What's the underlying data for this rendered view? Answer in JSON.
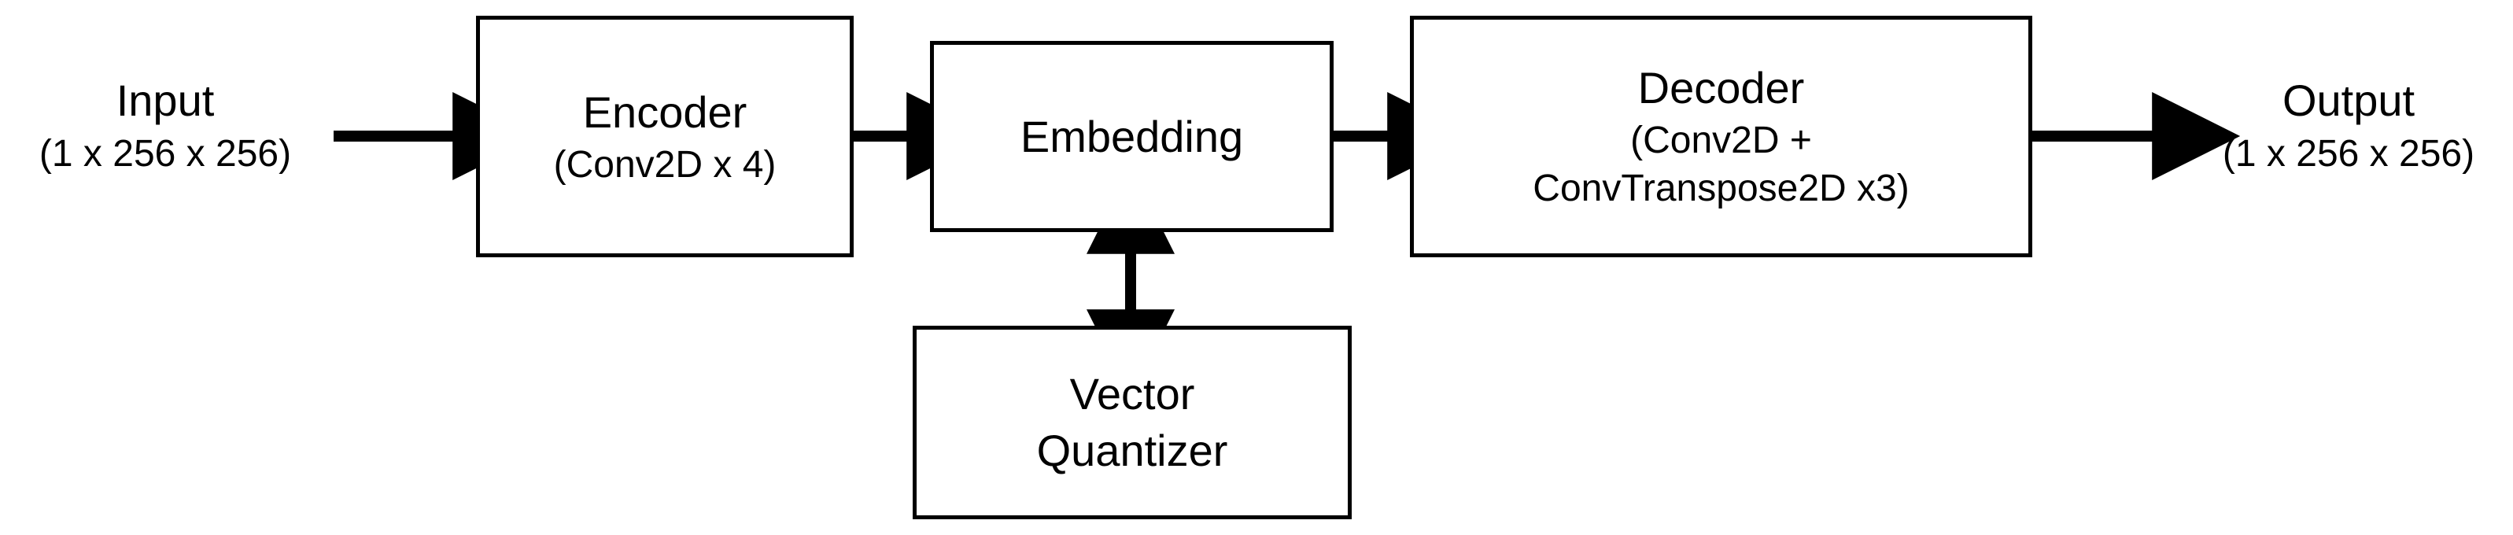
{
  "diagram": {
    "title": "VQ-VAE architecture block diagram",
    "background_color": "#ffffff",
    "stroke_color": "#000000",
    "nodes": [
      {
        "id": "input",
        "kind": "io-label",
        "lines": [
          "Input",
          "(1 x 256 x 256)"
        ]
      },
      {
        "id": "encoder",
        "kind": "box",
        "lines": [
          "Encoder",
          "(Conv2D x 4)"
        ]
      },
      {
        "id": "embedding",
        "kind": "box",
        "lines": [
          "Embedding"
        ]
      },
      {
        "id": "decoder",
        "kind": "box",
        "lines": [
          "Decoder",
          "(Conv2D +",
          "ConvTranspose2D x3)"
        ]
      },
      {
        "id": "vector_quantizer",
        "kind": "box",
        "lines": [
          "Vector",
          "Quantizer"
        ]
      },
      {
        "id": "output",
        "kind": "io-label",
        "lines": [
          "Output",
          "(1 x 256 x 256)"
        ]
      }
    ],
    "edges": [
      {
        "id": "input-to-encoder",
        "from": "input",
        "to": "encoder",
        "direction": "right",
        "arrowheads": "single"
      },
      {
        "id": "encoder-to-embedding",
        "from": "encoder",
        "to": "embedding",
        "direction": "right",
        "arrowheads": "single"
      },
      {
        "id": "embedding-to-decoder",
        "from": "embedding",
        "to": "decoder",
        "direction": "right",
        "arrowheads": "single"
      },
      {
        "id": "decoder-to-output",
        "from": "decoder",
        "to": "output",
        "direction": "right",
        "arrowheads": "single"
      },
      {
        "id": "embedding-vq",
        "from": "embedding",
        "to": "vector_quantizer",
        "direction": "vertical",
        "arrowheads": "double"
      }
    ]
  }
}
